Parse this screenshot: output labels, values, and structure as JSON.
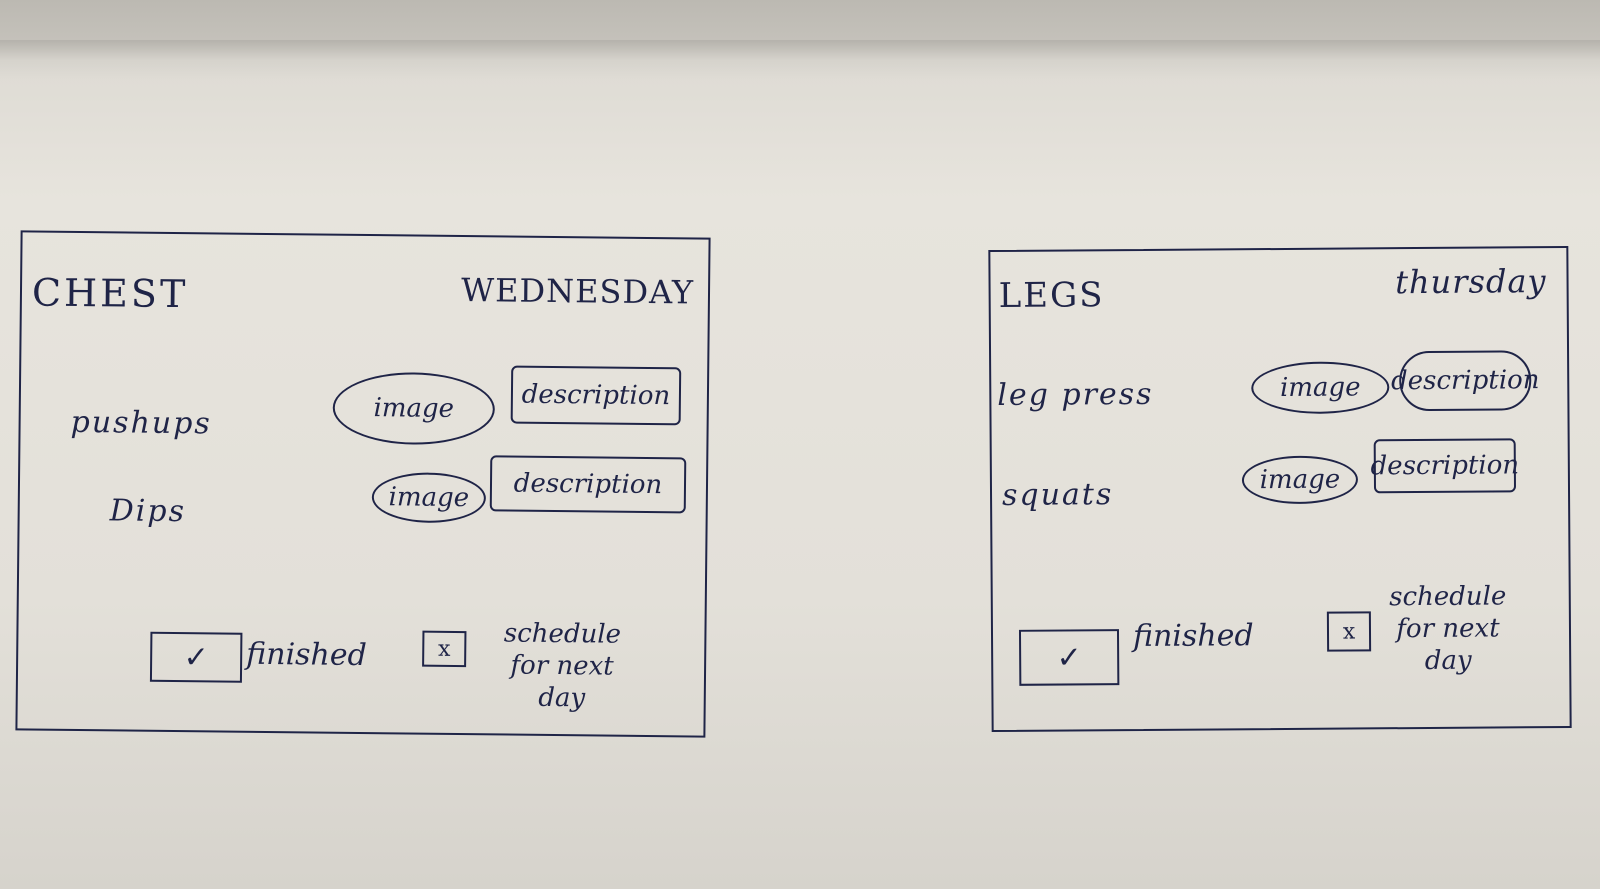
{
  "cards": [
    {
      "muscle": "CHEST",
      "day": "WEDNESDAY",
      "exercises": [
        {
          "name": "pushups",
          "image_label": "image",
          "description_label": "description"
        },
        {
          "name": "Dips",
          "image_label": "image",
          "description_label": "description"
        }
      ],
      "finished": {
        "label": "finished",
        "mark": "✓",
        "checked": true
      },
      "schedule": {
        "line1": "schedule",
        "line2": "for next",
        "line3": "day",
        "mark": "x",
        "checked": true
      }
    },
    {
      "muscle": "LEGS",
      "day": "thursday",
      "exercises": [
        {
          "name": "leg press",
          "image_label": "image",
          "description_label": "description"
        },
        {
          "name": "squats",
          "image_label": "image",
          "description_label": "description"
        }
      ],
      "finished": {
        "label": "finished",
        "mark": "✓",
        "checked": true
      },
      "schedule": {
        "line1": "schedule",
        "line2": "for next",
        "line3": "day",
        "mark": "x",
        "checked": true
      }
    }
  ],
  "colors": {
    "ink": "#1f2447",
    "paper": "#e5e2db"
  }
}
